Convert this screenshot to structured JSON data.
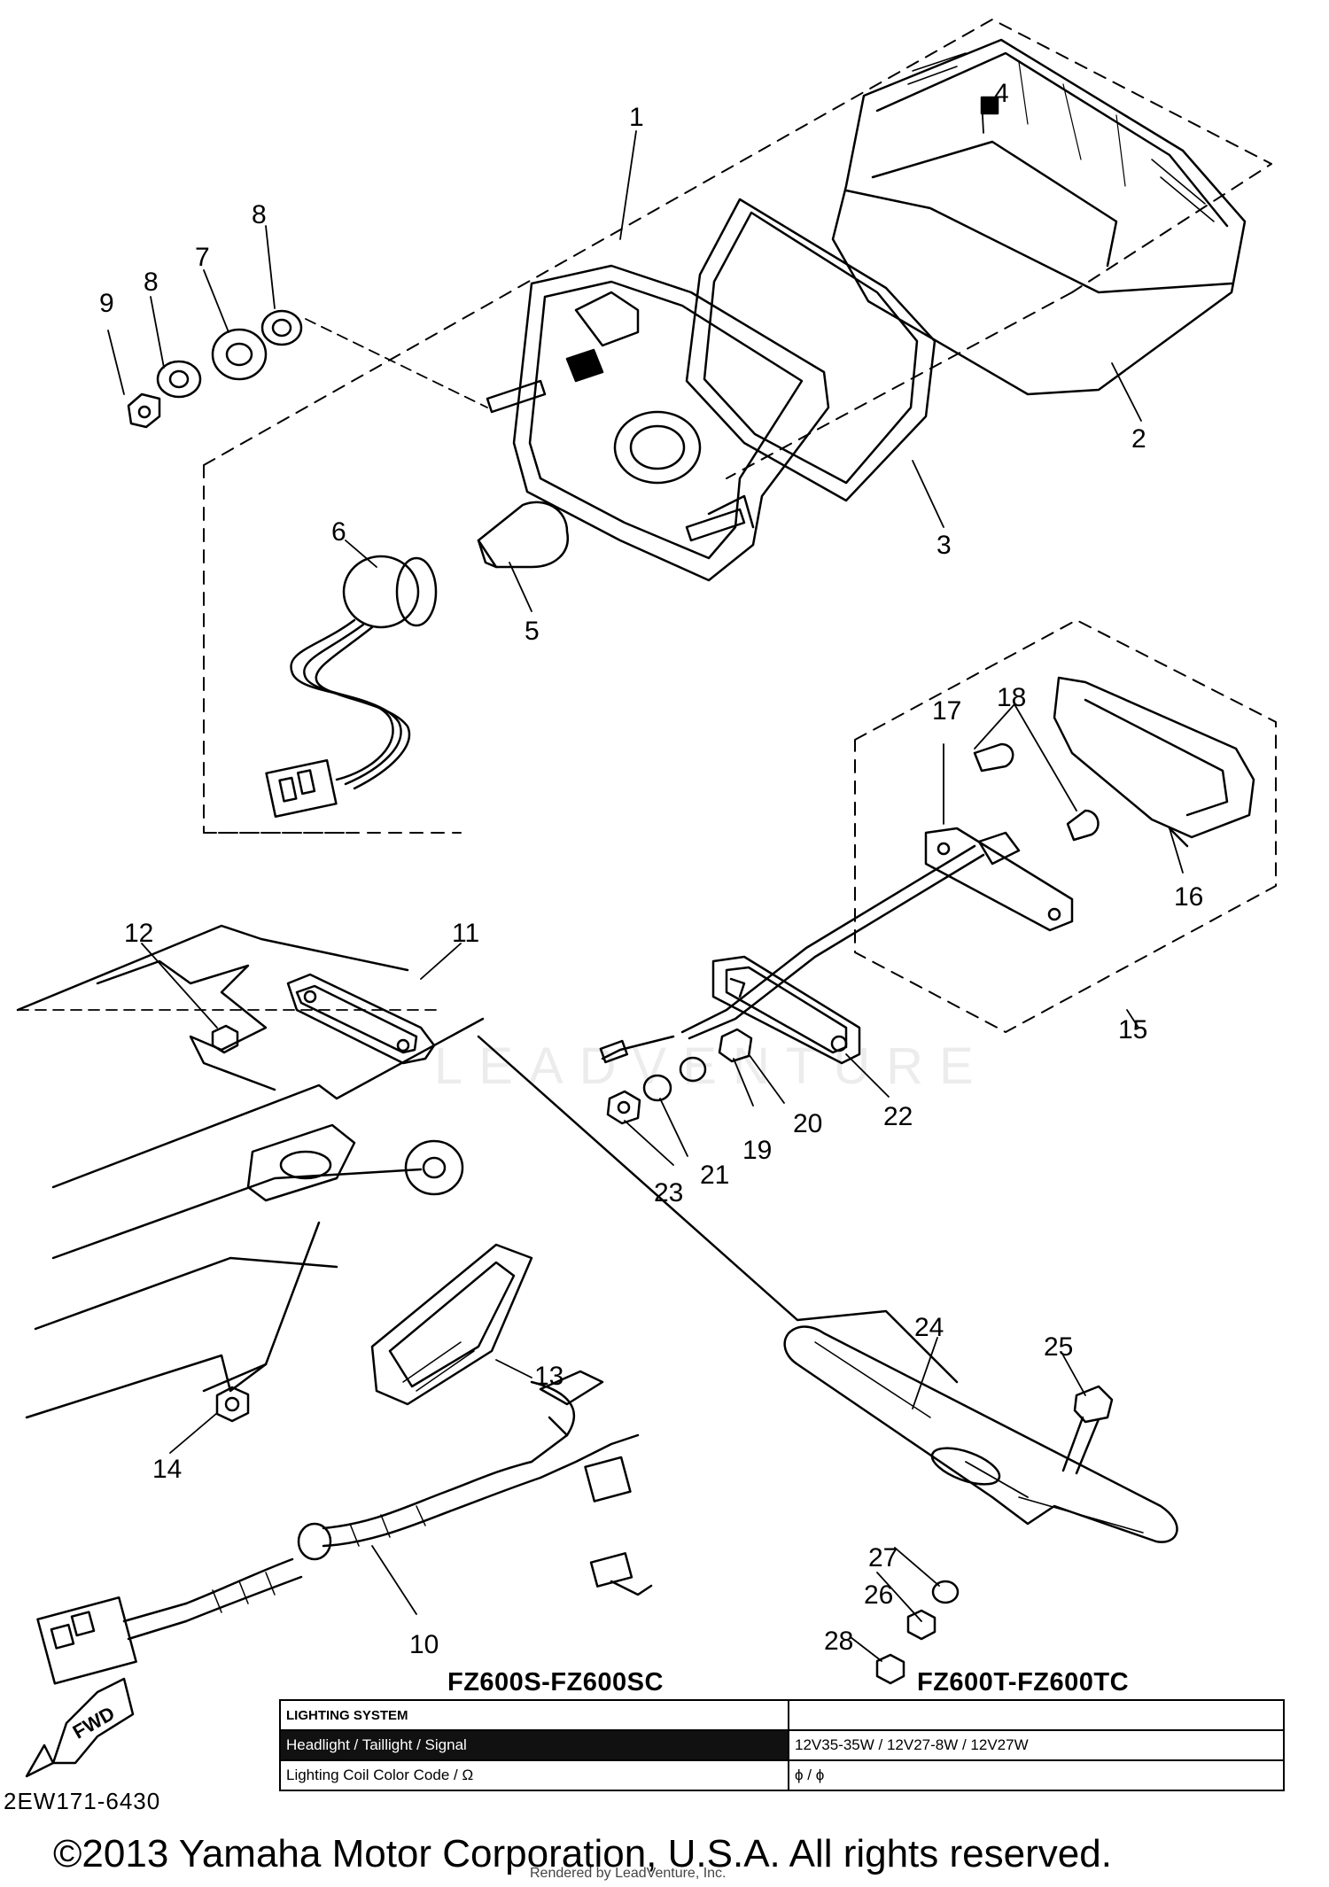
{
  "callouts": [
    "1",
    "2",
    "3",
    "4",
    "5",
    "6",
    "7",
    "8",
    "8",
    "9",
    "10",
    "11",
    "12",
    "13",
    "14",
    "15",
    "16",
    "17",
    "18",
    "19",
    "20",
    "21",
    "22",
    "23",
    "24",
    "25",
    "26",
    "27",
    "28"
  ],
  "models": {
    "left": "FZ600S-FZ600SC",
    "right": "FZ600T-FZ600TC"
  },
  "spec_table": {
    "header": "LIGHTING SYSTEM",
    "row1_label": "Headlight / Taillight / Signal",
    "row1_value": "12V35-35W / 12V27-8W / 12V27W",
    "row2_label": "Lighting Coil Color Code / Ω",
    "row2_value": "ϕ / ϕ"
  },
  "part_code": "2EW171-6430",
  "copyright": "©2013 Yamaha Motor Corporation, U.S.A. All rights reserved.",
  "rendered_by": "Rendered by LeadVenture, Inc.",
  "watermark": "LEADVENTURE",
  "fwd_label": "FWD",
  "colors": {
    "ink": "#000000",
    "background": "#ffffff"
  }
}
